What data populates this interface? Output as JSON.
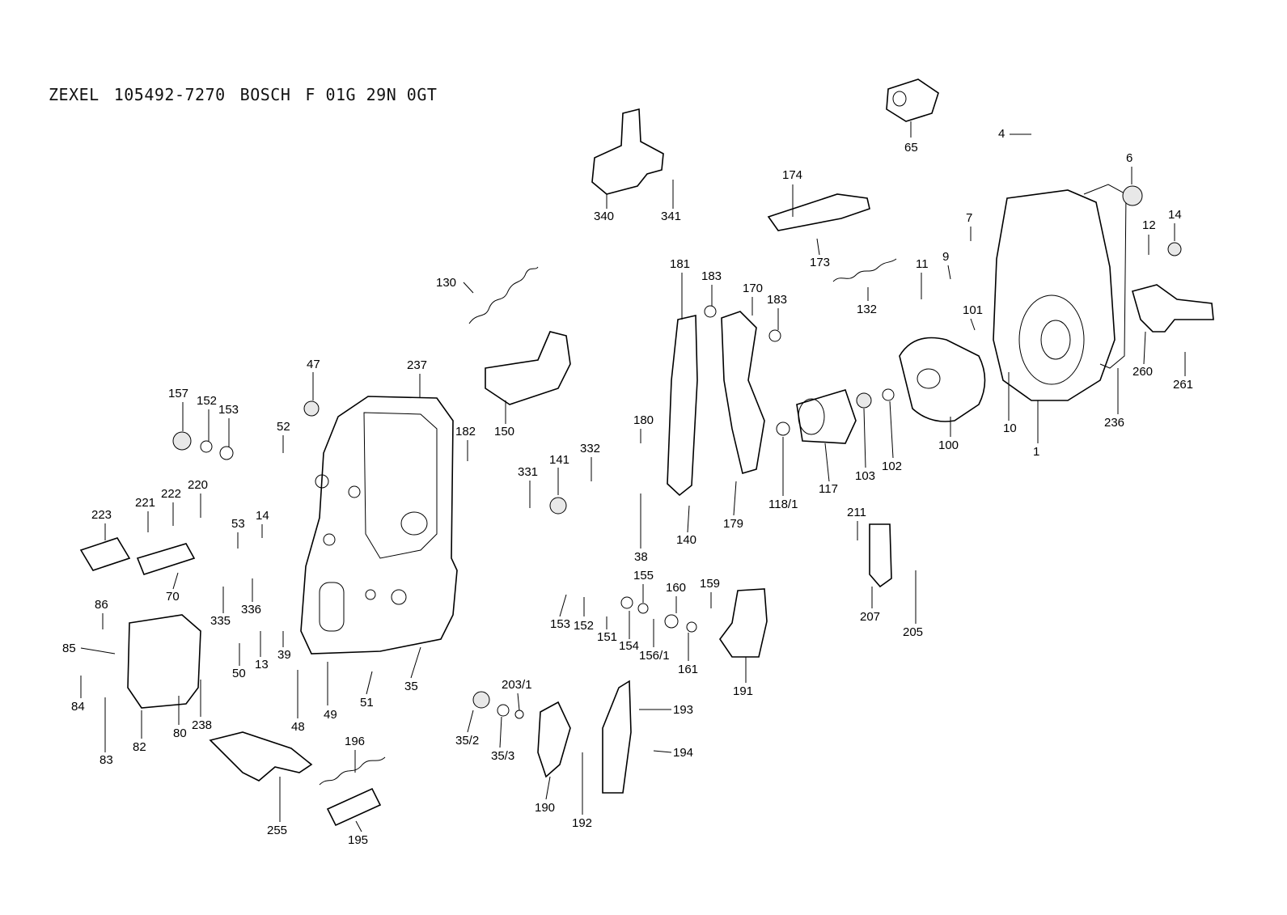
{
  "header": {
    "brand1": "ZEXEL",
    "number1": "105492-7270",
    "brand2": "BOSCH",
    "number2": "F 01G 29N 0GT"
  },
  "parts": [
    {
      "id": "p1",
      "label": "1"
    },
    {
      "id": "p4",
      "label": "4"
    },
    {
      "id": "p6",
      "label": "6"
    },
    {
      "id": "p7",
      "label": "7"
    },
    {
      "id": "p9",
      "label": "9"
    },
    {
      "id": "p10",
      "label": "10"
    },
    {
      "id": "p11",
      "label": "11"
    },
    {
      "id": "p12",
      "label": "12"
    },
    {
      "id": "p13",
      "label": "13"
    },
    {
      "id": "p14a",
      "label": "14"
    },
    {
      "id": "p14b",
      "label": "14"
    },
    {
      "id": "p35",
      "label": "35"
    },
    {
      "id": "p35_2",
      "label": "35/2"
    },
    {
      "id": "p35_3",
      "label": "35/3"
    },
    {
      "id": "p38",
      "label": "38"
    },
    {
      "id": "p39",
      "label": "39"
    },
    {
      "id": "p47",
      "label": "47"
    },
    {
      "id": "p48",
      "label": "48"
    },
    {
      "id": "p49",
      "label": "49"
    },
    {
      "id": "p50",
      "label": "50"
    },
    {
      "id": "p51",
      "label": "51"
    },
    {
      "id": "p52",
      "label": "52"
    },
    {
      "id": "p53",
      "label": "53"
    },
    {
      "id": "p65",
      "label": "65"
    },
    {
      "id": "p70",
      "label": "70"
    },
    {
      "id": "p80",
      "label": "80"
    },
    {
      "id": "p82",
      "label": "82"
    },
    {
      "id": "p83",
      "label": "83"
    },
    {
      "id": "p84",
      "label": "84"
    },
    {
      "id": "p85",
      "label": "85"
    },
    {
      "id": "p86",
      "label": "86"
    },
    {
      "id": "p100",
      "label": "100"
    },
    {
      "id": "p101",
      "label": "101"
    },
    {
      "id": "p102",
      "label": "102"
    },
    {
      "id": "p103",
      "label": "103"
    },
    {
      "id": "p117",
      "label": "117"
    },
    {
      "id": "p118_1",
      "label": "118/1"
    },
    {
      "id": "p130",
      "label": "130"
    },
    {
      "id": "p132",
      "label": "132"
    },
    {
      "id": "p140",
      "label": "140"
    },
    {
      "id": "p141",
      "label": "141"
    },
    {
      "id": "p150",
      "label": "150"
    },
    {
      "id": "p151",
      "label": "151"
    },
    {
      "id": "p152a",
      "label": "152"
    },
    {
      "id": "p152b",
      "label": "152"
    },
    {
      "id": "p153a",
      "label": "153"
    },
    {
      "id": "p153b",
      "label": "153"
    },
    {
      "id": "p154",
      "label": "154"
    },
    {
      "id": "p155",
      "label": "155"
    },
    {
      "id": "p156_1",
      "label": "156/1"
    },
    {
      "id": "p157",
      "label": "157"
    },
    {
      "id": "p159",
      "label": "159"
    },
    {
      "id": "p160",
      "label": "160"
    },
    {
      "id": "p161",
      "label": "161"
    },
    {
      "id": "p170",
      "label": "170"
    },
    {
      "id": "p173",
      "label": "173"
    },
    {
      "id": "p174",
      "label": "174"
    },
    {
      "id": "p179",
      "label": "179"
    },
    {
      "id": "p180",
      "label": "180"
    },
    {
      "id": "p181",
      "label": "181"
    },
    {
      "id": "p182",
      "label": "182"
    },
    {
      "id": "p183a",
      "label": "183"
    },
    {
      "id": "p183b",
      "label": "183"
    },
    {
      "id": "p190",
      "label": "190"
    },
    {
      "id": "p191",
      "label": "191"
    },
    {
      "id": "p192",
      "label": "192"
    },
    {
      "id": "p193",
      "label": "193"
    },
    {
      "id": "p194",
      "label": "194"
    },
    {
      "id": "p195",
      "label": "195"
    },
    {
      "id": "p196",
      "label": "196"
    },
    {
      "id": "p203_1",
      "label": "203/1"
    },
    {
      "id": "p205",
      "label": "205"
    },
    {
      "id": "p207",
      "label": "207"
    },
    {
      "id": "p211",
      "label": "211"
    },
    {
      "id": "p220",
      "label": "220"
    },
    {
      "id": "p221",
      "label": "221"
    },
    {
      "id": "p222",
      "label": "222"
    },
    {
      "id": "p223",
      "label": "223"
    },
    {
      "id": "p236",
      "label": "236"
    },
    {
      "id": "p237",
      "label": "237"
    },
    {
      "id": "p238",
      "label": "238"
    },
    {
      "id": "p255",
      "label": "255"
    },
    {
      "id": "p260",
      "label": "260"
    },
    {
      "id": "p261",
      "label": "261"
    },
    {
      "id": "p331",
      "label": "331"
    },
    {
      "id": "p332",
      "label": "332"
    },
    {
      "id": "p335",
      "label": "335"
    },
    {
      "id": "p336",
      "label": "336"
    },
    {
      "id": "p340",
      "label": "340"
    },
    {
      "id": "p341",
      "label": "341"
    }
  ]
}
